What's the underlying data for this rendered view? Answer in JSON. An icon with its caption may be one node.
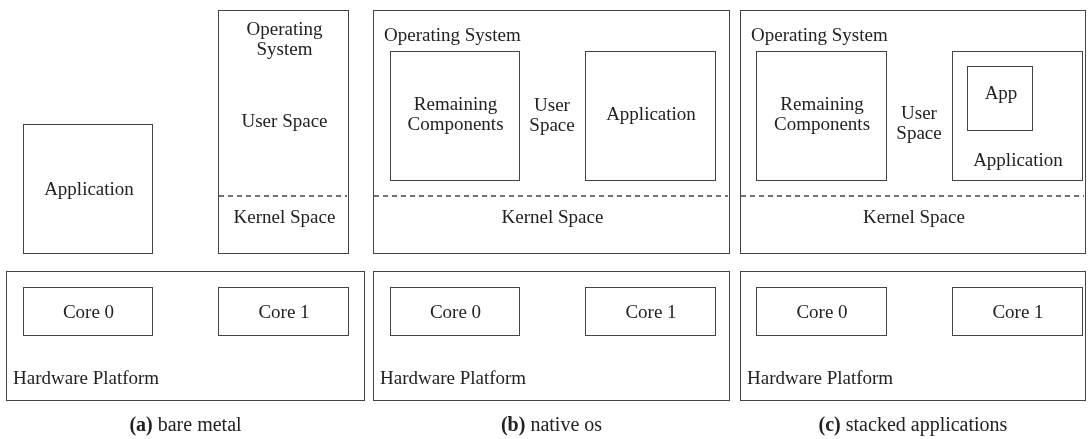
{
  "diagram": {
    "nodes": [
      {
        "text": [
          "Application"
        ]
      },
      {
        "text": [
          "Operating System",
          "User Space",
          "Kernel Space"
        ]
      },
      {
        "text": [
          "Hardware Platform"
        ]
      },
      {
        "text": [
          "Core 0"
        ],
        "in": 2
      },
      {
        "text": [
          "Core 1"
        ],
        "in": 2
      },
      {
        "text": [
          "Operating System",
          "User Space",
          "Kernel Space"
        ]
      },
      {
        "text": [
          "Remaining Components"
        ],
        "in": 5
      },
      {
        "text": [
          "Application"
        ],
        "in": 5
      },
      {
        "text": [
          "Hardware Platform"
        ]
      },
      {
        "text": [
          "Core 0"
        ],
        "in": 8
      },
      {
        "text": [
          "Core 1"
        ],
        "in": 8
      },
      {
        "text": [
          "Operating System",
          "User Space",
          "Kernel Space"
        ]
      },
      {
        "text": [
          "Remaining Components"
        ],
        "in": 11
      },
      {
        "text": [
          "Application"
        ],
        "in": 11
      },
      {
        "text": [
          "App"
        ],
        "in": 13
      },
      {
        "text": [
          "Hardware Platform"
        ]
      },
      {
        "text": [
          "Core 0"
        ],
        "in": 15
      },
      {
        "text": [
          "Core 1"
        ],
        "in": 15
      }
    ],
    "labels": [
      "**(a)** bare metal",
      "**(b)** native os",
      "**(c)** stacked applications"
    ]
  }
}
